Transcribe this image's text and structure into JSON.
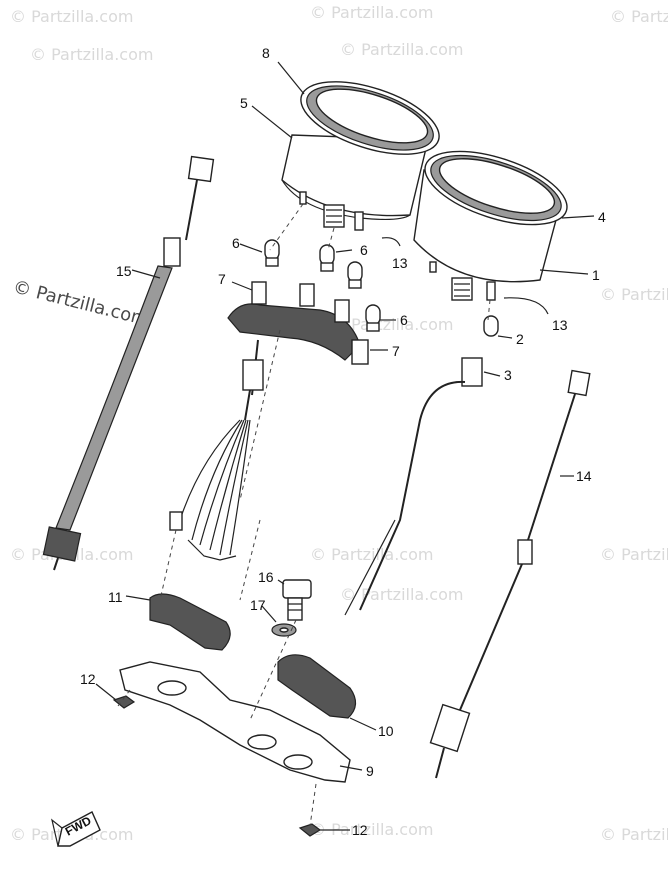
{
  "watermark": {
    "text": "© Partzilla.com",
    "main_text": "© Partzilla.com"
  },
  "callouts": {
    "c1": "1",
    "c2": "2",
    "c3": "3",
    "c4": "4",
    "c5": "5",
    "c6a": "6",
    "c6b": "6",
    "c6c": "6",
    "c7a": "7",
    "c7b": "7",
    "c8": "8",
    "c9": "9",
    "c10": "10",
    "c11": "11",
    "c12a": "12",
    "c12b": "12",
    "c13a": "13",
    "c13b": "13",
    "c14": "14",
    "c15": "15",
    "c16": "16",
    "c17": "17"
  },
  "direction_tag": "FWD"
}
